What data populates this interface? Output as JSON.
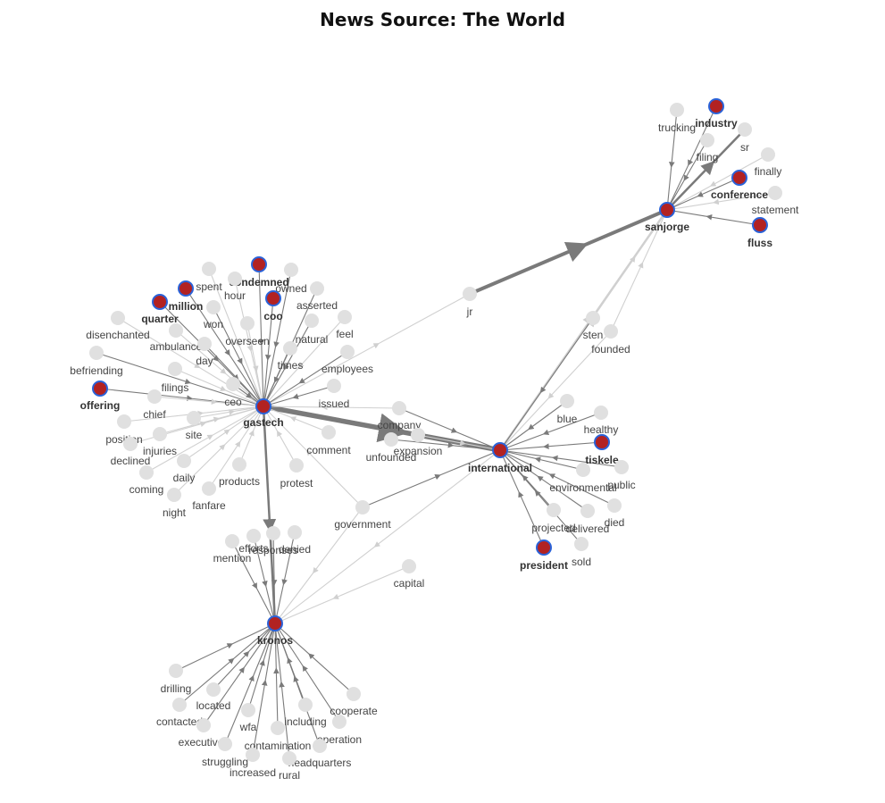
{
  "title": "News Source: The World",
  "colors": {
    "highlight_fill": "#b22222",
    "highlight_stroke": "#2a62d8",
    "node_fill": "#e0e0e0",
    "edge": "#7a7a7a",
    "edge_light": "#d0d0d0"
  },
  "hubs": [
    "gastech",
    "kronos",
    "international",
    "sanjorge",
    "jr"
  ],
  "highlighted": [
    "gastech",
    "kronos",
    "international",
    "sanjorge",
    "industry",
    "conference",
    "fluss",
    "condemned",
    "coo",
    "million",
    "quarter",
    "offering",
    "tiskele",
    "president"
  ],
  "nodes": [
    {
      "id": "gastech",
      "label": "gastech"
    },
    {
      "id": "kronos",
      "label": "kronos"
    },
    {
      "id": "international",
      "label": "international"
    },
    {
      "id": "sanjorge",
      "label": "sanjorge"
    },
    {
      "id": "jr",
      "label": "jr"
    },
    {
      "id": "trucking",
      "label": "trucking"
    },
    {
      "id": "industry",
      "label": "industry"
    },
    {
      "id": "sr",
      "label": "sr"
    },
    {
      "id": "filing",
      "label": "filing"
    },
    {
      "id": "finally",
      "label": "finally"
    },
    {
      "id": "conference",
      "label": "conference"
    },
    {
      "id": "statement",
      "label": "statement"
    },
    {
      "id": "fluss",
      "label": "fluss"
    },
    {
      "id": "spent",
      "label": "spent"
    },
    {
      "id": "condemned",
      "label": "condemned"
    },
    {
      "id": "hour",
      "label": "hour"
    },
    {
      "id": "owned",
      "label": "owned"
    },
    {
      "id": "million",
      "label": "million"
    },
    {
      "id": "coo",
      "label": "coo"
    },
    {
      "id": "quarter",
      "label": "quarter"
    },
    {
      "id": "asserted",
      "label": "asserted"
    },
    {
      "id": "won",
      "label": "won"
    },
    {
      "id": "disenchanted",
      "label": "disenchanted"
    },
    {
      "id": "overseen",
      "label": "overseen"
    },
    {
      "id": "natural",
      "label": "natural"
    },
    {
      "id": "feel",
      "label": "feel"
    },
    {
      "id": "ambulance",
      "label": "ambulance"
    },
    {
      "id": "day",
      "label": "day"
    },
    {
      "id": "befriending",
      "label": "befriending"
    },
    {
      "id": "times",
      "label": "times"
    },
    {
      "id": "employees",
      "label": "employees"
    },
    {
      "id": "filings",
      "label": "filings"
    },
    {
      "id": "offering",
      "label": "offering"
    },
    {
      "id": "ceo",
      "label": "ceo"
    },
    {
      "id": "issued",
      "label": "issued"
    },
    {
      "id": "chief",
      "label": "chief"
    },
    {
      "id": "position",
      "label": "position"
    },
    {
      "id": "site",
      "label": "site"
    },
    {
      "id": "injuries",
      "label": "injuries"
    },
    {
      "id": "declined",
      "label": "declined"
    },
    {
      "id": "comment",
      "label": "comment"
    },
    {
      "id": "daily",
      "label": "daily"
    },
    {
      "id": "coming",
      "label": "coming"
    },
    {
      "id": "products",
      "label": "products"
    },
    {
      "id": "protest",
      "label": "protest"
    },
    {
      "id": "fanfare",
      "label": "fanfare"
    },
    {
      "id": "night",
      "label": "night"
    },
    {
      "id": "company",
      "label": "company"
    },
    {
      "id": "unfounded",
      "label": "unfounded"
    },
    {
      "id": "expansion",
      "label": "expansion"
    },
    {
      "id": "government",
      "label": "government"
    },
    {
      "id": "capital",
      "label": "capital"
    },
    {
      "id": "sten",
      "label": "sten"
    },
    {
      "id": "founded",
      "label": "founded"
    },
    {
      "id": "blue",
      "label": "blue"
    },
    {
      "id": "healthy",
      "label": "healthy"
    },
    {
      "id": "tiskele",
      "label": "tiskele"
    },
    {
      "id": "public",
      "label": "public"
    },
    {
      "id": "environmental",
      "label": "environmental"
    },
    {
      "id": "died",
      "label": "died"
    },
    {
      "id": "projected",
      "label": "projected"
    },
    {
      "id": "delivered",
      "label": "delivered"
    },
    {
      "id": "president",
      "label": "president"
    },
    {
      "id": "sold",
      "label": "sold"
    },
    {
      "id": "mention",
      "label": "mention"
    },
    {
      "id": "efforts",
      "label": "efforts"
    },
    {
      "id": "responses",
      "label": "responses"
    },
    {
      "id": "denied",
      "label": "denied"
    },
    {
      "id": "drilling",
      "label": "drilling"
    },
    {
      "id": "located",
      "label": "located"
    },
    {
      "id": "contacted",
      "label": "contacted"
    },
    {
      "id": "wfa",
      "label": "wfa"
    },
    {
      "id": "including",
      "label": "including"
    },
    {
      "id": "cooperate",
      "label": "cooperate"
    },
    {
      "id": "executives",
      "label": "executives"
    },
    {
      "id": "operation",
      "label": "operation"
    },
    {
      "id": "contamination",
      "label": "contamination"
    },
    {
      "id": "struggling",
      "label": "struggling"
    },
    {
      "id": "headquarters",
      "label": "headquarters"
    },
    {
      "id": "increased",
      "label": "increased"
    },
    {
      "id": "rural",
      "label": "rural"
    }
  ],
  "edges": [
    {
      "source": "jr",
      "target": "sanjorge",
      "weight": 4
    },
    {
      "source": "gastech",
      "target": "international",
      "weight": 5
    },
    {
      "source": "gastech",
      "target": "kronos",
      "weight": 3
    },
    {
      "source": "international",
      "target": "sanjorge",
      "weight": 3,
      "light": true
    },
    {
      "source": "gastech",
      "target": "jr",
      "weight": 1,
      "light": true
    },
    {
      "source": "international",
      "target": "kronos",
      "weight": 1,
      "light": true
    },
    {
      "source": "capital",
      "target": "kronos",
      "weight": 1,
      "light": true
    },
    {
      "source": "trucking",
      "target": "sanjorge",
      "weight": 1
    },
    {
      "source": "industry",
      "target": "sanjorge",
      "weight": 1
    },
    {
      "source": "sanjorge",
      "target": "sr",
      "weight": 2
    },
    {
      "source": "filing",
      "target": "sanjorge",
      "weight": 1
    },
    {
      "source": "finally",
      "target": "sanjorge",
      "weight": 1,
      "light": true
    },
    {
      "source": "conference",
      "target": "sanjorge",
      "weight": 1
    },
    {
      "source": "statement",
      "target": "sanjorge",
      "weight": 1,
      "light": true
    },
    {
      "source": "fluss",
      "target": "sanjorge",
      "weight": 1
    },
    {
      "source": "spent",
      "target": "gastech",
      "weight": 1,
      "light": true
    },
    {
      "source": "condemned",
      "target": "gastech",
      "weight": 1
    },
    {
      "source": "hour",
      "target": "gastech",
      "weight": 1,
      "light": true
    },
    {
      "source": "owned",
      "target": "gastech",
      "weight": 1
    },
    {
      "source": "million",
      "target": "gastech",
      "weight": 1
    },
    {
      "source": "coo",
      "target": "gastech",
      "weight": 1
    },
    {
      "source": "quarter",
      "target": "gastech",
      "weight": 1
    },
    {
      "source": "asserted",
      "target": "gastech",
      "weight": 1
    },
    {
      "source": "won",
      "target": "gastech",
      "weight": 1
    },
    {
      "source": "disenchanted",
      "target": "gastech",
      "weight": 1,
      "light": true
    },
    {
      "source": "overseen",
      "target": "gastech",
      "weight": 1,
      "light": true
    },
    {
      "source": "natural",
      "target": "gastech",
      "weight": 1
    },
    {
      "source": "feel",
      "target": "gastech",
      "weight": 1,
      "light": true
    },
    {
      "source": "ambulance",
      "target": "gastech",
      "weight": 1,
      "light": true
    },
    {
      "source": "day",
      "target": "gastech",
      "weight": 1
    },
    {
      "source": "befriending",
      "target": "gastech",
      "weight": 1
    },
    {
      "source": "times",
      "target": "gastech",
      "weight": 1
    },
    {
      "source": "employees",
      "target": "gastech",
      "weight": 1
    },
    {
      "source": "filings",
      "target": "gastech",
      "weight": 1,
      "light": true
    },
    {
      "source": "offering",
      "target": "gastech",
      "weight": 1
    },
    {
      "source": "ceo",
      "target": "gastech",
      "weight": 1
    },
    {
      "source": "issued",
      "target": "gastech",
      "weight": 1
    },
    {
      "source": "chief",
      "target": "gastech",
      "weight": 1,
      "light": true
    },
    {
      "source": "position",
      "target": "gastech",
      "weight": 1,
      "light": true
    },
    {
      "source": "site",
      "target": "gastech",
      "weight": 1,
      "light": true
    },
    {
      "source": "injuries",
      "target": "gastech",
      "weight": 1,
      "light": true
    },
    {
      "source": "declined",
      "target": "gastech",
      "weight": 1,
      "light": true
    },
    {
      "source": "comment",
      "target": "gastech",
      "weight": 1,
      "light": true
    },
    {
      "source": "daily",
      "target": "gastech",
      "weight": 1,
      "light": true
    },
    {
      "source": "coming",
      "target": "gastech",
      "weight": 1,
      "light": true
    },
    {
      "source": "products",
      "target": "gastech",
      "weight": 1,
      "light": true
    },
    {
      "source": "protest",
      "target": "gastech",
      "weight": 1,
      "light": true
    },
    {
      "source": "fanfare",
      "target": "gastech",
      "weight": 1,
      "light": true
    },
    {
      "source": "night",
      "target": "gastech",
      "weight": 1,
      "light": true
    },
    {
      "source": "company",
      "target": "international",
      "weight": 1
    },
    {
      "source": "unfounded",
      "target": "international",
      "weight": 1
    },
    {
      "source": "expansion",
      "target": "international",
      "weight": 1,
      "light": true
    },
    {
      "source": "government",
      "target": "international",
      "weight": 1
    },
    {
      "source": "government",
      "target": "kronos",
      "weight": 1,
      "light": true
    },
    {
      "source": "company",
      "target": "gastech",
      "weight": 1,
      "light": true
    },
    {
      "source": "government",
      "target": "gastech",
      "weight": 1,
      "light": true
    },
    {
      "source": "sten",
      "target": "international",
      "weight": 1
    },
    {
      "source": "founded",
      "target": "international",
      "weight": 1,
      "light": true
    },
    {
      "source": "blue",
      "target": "international",
      "weight": 1
    },
    {
      "source": "healthy",
      "target": "international",
      "weight": 1
    },
    {
      "source": "tiskele",
      "target": "international",
      "weight": 1
    },
    {
      "source": "public",
      "target": "international",
      "weight": 1
    },
    {
      "source": "environmental",
      "target": "international",
      "weight": 1
    },
    {
      "source": "died",
      "target": "international",
      "weight": 1
    },
    {
      "source": "projected",
      "target": "international",
      "weight": 1
    },
    {
      "source": "delivered",
      "target": "international",
      "weight": 1
    },
    {
      "source": "president",
      "target": "international",
      "weight": 1
    },
    {
      "source": "sold",
      "target": "international",
      "weight": 1
    },
    {
      "source": "sten",
      "target": "sanjorge",
      "weight": 1,
      "light": true
    },
    {
      "source": "founded",
      "target": "sanjorge",
      "weight": 1,
      "light": true
    },
    {
      "source": "mention",
      "target": "kronos",
      "weight": 1
    },
    {
      "source": "efforts",
      "target": "kronos",
      "weight": 1
    },
    {
      "source": "responses",
      "target": "kronos",
      "weight": 1
    },
    {
      "source": "denied",
      "target": "kronos",
      "weight": 1
    },
    {
      "source": "drilling",
      "target": "kronos",
      "weight": 1
    },
    {
      "source": "located",
      "target": "kronos",
      "weight": 1
    },
    {
      "source": "contacted",
      "target": "kronos",
      "weight": 1
    },
    {
      "source": "wfa",
      "target": "kronos",
      "weight": 1
    },
    {
      "source": "including",
      "target": "kronos",
      "weight": 1
    },
    {
      "source": "cooperate",
      "target": "kronos",
      "weight": 1
    },
    {
      "source": "executives",
      "target": "kronos",
      "weight": 1
    },
    {
      "source": "operation",
      "target": "kronos",
      "weight": 1
    },
    {
      "source": "contamination",
      "target": "kronos",
      "weight": 1
    },
    {
      "source": "struggling",
      "target": "kronos",
      "weight": 1
    },
    {
      "source": "headquarters",
      "target": "kronos",
      "weight": 1
    },
    {
      "source": "increased",
      "target": "kronos",
      "weight": 1
    },
    {
      "source": "rural",
      "target": "kronos",
      "weight": 1
    }
  ]
}
